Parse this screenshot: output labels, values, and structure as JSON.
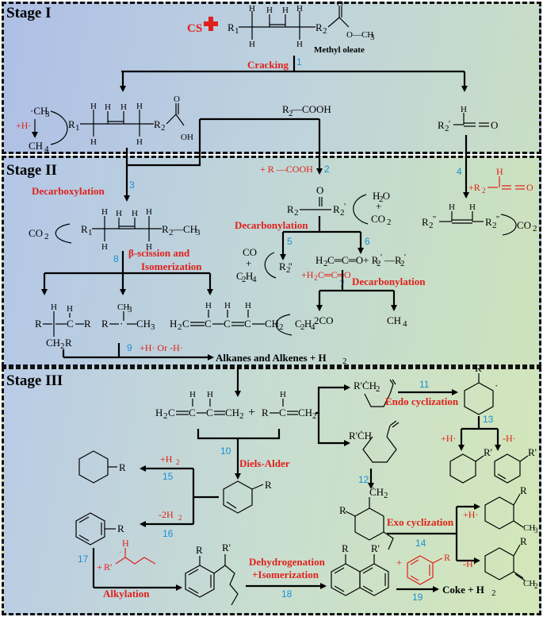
{
  "stages": {
    "s1": "Stage I",
    "s2": "Stage II",
    "s3": "Stage III"
  },
  "labels": {
    "cs": "CS",
    "methyl_oleate": "Methyl oleate",
    "cracking": "Cracking",
    "decarboxylation": "Decarboxylation",
    "decarbonylation": "Decarbonylation",
    "decarbonylation2": "Decarbonylation",
    "beta1": "β-scission and",
    "beta2": "Isomerization",
    "hplus_or_minus": "+H· Or -H·",
    "alkanes_alkenes": "Alkanes and Alkenes + H",
    "endo": "Endo cyclization",
    "exo": "Exo cyclization",
    "diels_alder": "Diels-Alder",
    "alkylation": "Alkylation",
    "dehydro1": "Dehydrogenation",
    "dehydro2": "+Isomerization",
    "coke": "Coke + H",
    "plus_h2": "+H",
    "minus_2h2": "-2H",
    "plus_h_dot": "+H·",
    "minus_h_dot": "-H·"
  },
  "species": {
    "r2cooh": "R —COOH",
    "plus_r2cooh": "+ R —COOH",
    "ch3": "·CH",
    "ch4": "CH",
    "h2o": "H O",
    "co2": "CO",
    "co": "CO",
    "c2h4": "C H",
    "two_co": "2CO",
    "r2pp": "R ''",
    "ketene": "H C═C═O+ R '—R '",
    "ketene_red": "+H C═C═O",
    "r1": "R",
    "r2": "R",
    "r_prime": "R'",
    "oh": "OH",
    "o": "O",
    "och3": "O—CH"
  },
  "step_numbers": [
    "1",
    "2",
    "3",
    "4",
    "5",
    "6",
    "7",
    "8",
    "9",
    "10",
    "11",
    "12",
    "13",
    "14",
    "15",
    "16",
    "17",
    "18",
    "19"
  ]
}
